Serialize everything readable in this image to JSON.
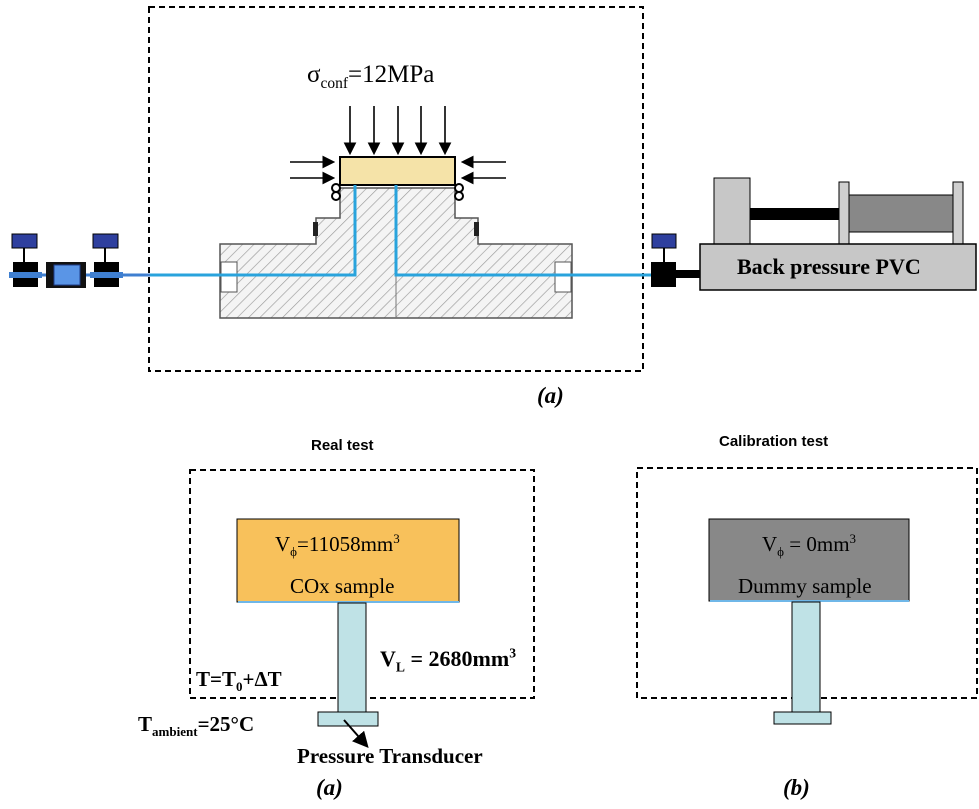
{
  "colors": {
    "blue_line": "#29a3dc",
    "pipe_blue": "#3f7fd0",
    "orange_sample": "#f8c15b",
    "yellow_sample": "#f5e3a8",
    "grey_dummy": "#888888",
    "teal_stem": "#bfe2e6",
    "valve_blue": "#2e3f9e",
    "pvc_grey": "#c7c7c7"
  },
  "top": {
    "stress_label": {
      "symbol": "σ",
      "sub": "conf",
      "value": "=12MPa"
    },
    "back_pressure_label": "Back pressure PVC",
    "caption": "(a)"
  },
  "bottom_left": {
    "title": "Real test",
    "sample_volume": {
      "prefix": "V",
      "sub": "ϕ",
      "value": "=11058mm",
      "sup": "3"
    },
    "sample_label": "COx sample",
    "line_volume": {
      "prefix": "V",
      "sub": "L",
      "value": " = 2680mm",
      "sup": "3"
    },
    "temperature": {
      "prefix": "T=T",
      "sub": "0",
      "value": "+ΔT"
    },
    "ambient": {
      "prefix": "T",
      "sub": "ambient",
      "value": "=25°C"
    },
    "transducer_label": "Pressure Transducer",
    "caption": "(a)"
  },
  "bottom_right": {
    "title": "Calibration test",
    "sample_volume": {
      "prefix": "V",
      "sub": "ϕ",
      "value": " = 0mm",
      "sup": "3"
    },
    "sample_label": "Dummy sample",
    "caption": "(b)"
  }
}
